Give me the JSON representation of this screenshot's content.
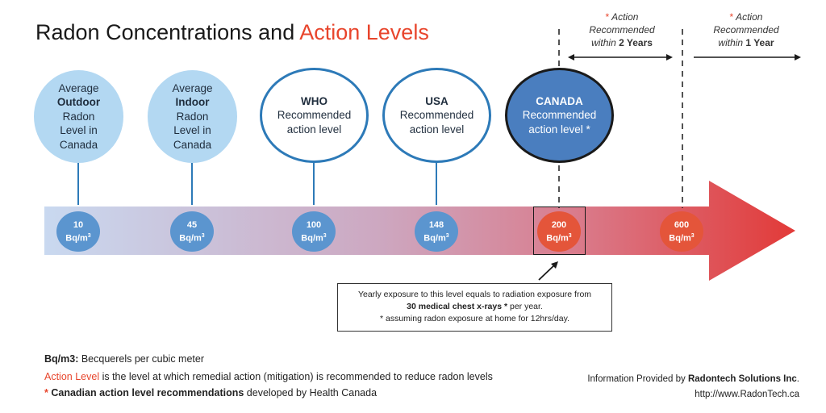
{
  "title": {
    "prefix": "Radon Concentrations and ",
    "accent": "Action Levels"
  },
  "bubbles": [
    {
      "line1": "Average",
      "bold": "Outdoor",
      "line3": "Radon",
      "line4": "Level in",
      "line5": "Canada"
    },
    {
      "line1": "Average",
      "bold": "Indoor",
      "line3": "Radon",
      "line4": "Level in",
      "line5": "Canada"
    },
    {
      "bold": "WHO",
      "line2": "Recommended",
      "line3": "action level"
    },
    {
      "bold": "USA",
      "line2": "Recommended",
      "line3": "action level"
    },
    {
      "bold": "CANADA",
      "line2": "Recommended",
      "line3": "action level *"
    }
  ],
  "levels": [
    {
      "value": "10",
      "unit": "Bq/m",
      "exp": "3",
      "color": "#5b95cf"
    },
    {
      "value": "45",
      "unit": "Bq/m",
      "exp": "3",
      "color": "#5b95cf"
    },
    {
      "value": "100",
      "unit": "Bq/m",
      "exp": "3",
      "color": "#5b95cf"
    },
    {
      "value": "148",
      "unit": "Bq/m",
      "exp": "3",
      "color": "#5b95cf"
    },
    {
      "value": "200",
      "unit": "Bq/m",
      "exp": "3",
      "color": "#e4553a"
    },
    {
      "value": "600",
      "unit": "Bq/m",
      "exp": "3",
      "color": "#e4553a"
    }
  ],
  "action_2yr": {
    "star": "*",
    "line1": "Action",
    "line2": "Recommended",
    "prefix": "within ",
    "bold": "2 Years"
  },
  "action_1yr": {
    "star": "*",
    "line1": "Action",
    "line2": "Recommended",
    "prefix": "within ",
    "bold": "1 Year"
  },
  "note": {
    "line1": "Yearly exposure to this level equals to radiation exposure from",
    "line2_bold": "30 medical chest x-rays *",
    "line2_rest": " per year.",
    "line3": "* assuming radon exposure at home for 12hrs/day."
  },
  "legend": {
    "l1_bold": "Bq/m3:",
    "l1_rest": " Becquerels per cubic meter",
    "l2_red": "Action Level",
    "l2_rest": " is the level at which remedial action (mitigation) is recommended to reduce radon levels",
    "l3_star": "*",
    "l3_bold": " Canadian action level recommendations",
    "l3_rest": " developed by Health Canada"
  },
  "credit": {
    "prefix": "Information Provided by ",
    "bold": "Radontech Solutions Inc",
    "suffix": ".",
    "url": "http://www.RadonTech.ca"
  },
  "colors": {
    "accent_red": "#e8452c",
    "arrow_start": "#c9d9f0",
    "arrow_end": "#e23a38",
    "blue_node": "#5b95cf",
    "canada_fill": "#4a7ebf"
  }
}
